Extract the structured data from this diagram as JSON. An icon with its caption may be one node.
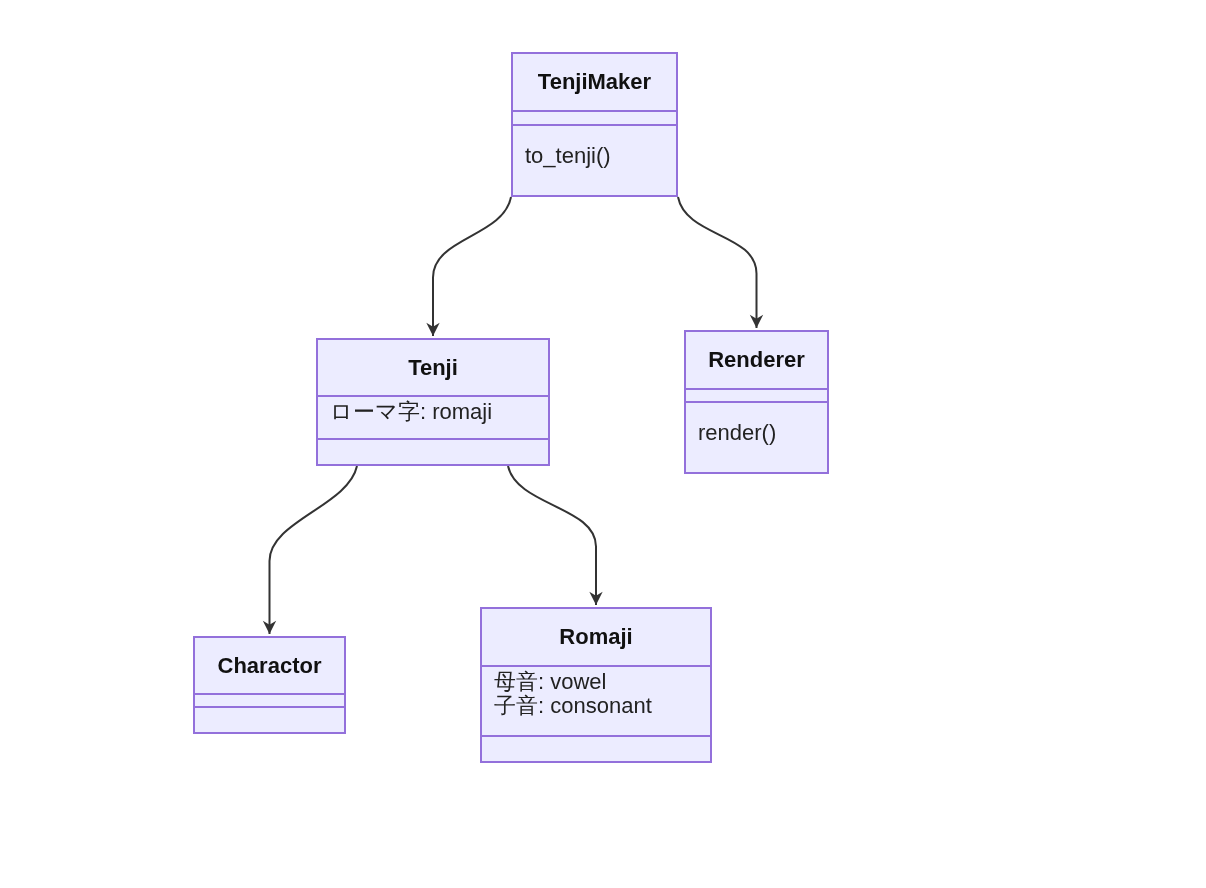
{
  "diagram": {
    "nodes": [
      {
        "text": [
          "TenjiMaker",
          "to_tenji()"
        ]
      },
      {
        "text": [
          "Tenji",
          "ローマ字: romaji"
        ]
      },
      {
        "text": [
          "Renderer",
          "render()"
        ]
      },
      {
        "text": [
          "Charactor"
        ]
      },
      {
        "text": [
          "Romaji",
          "母音: vowel",
          "子音: consonant"
        ]
      }
    ],
    "edges": [
      {
        "from": 0,
        "to": 1,
        "arrow": "to"
      },
      {
        "from": 0,
        "to": 2,
        "arrow": "to"
      },
      {
        "from": 1,
        "to": 3,
        "arrow": "to"
      },
      {
        "from": 1,
        "to": 4,
        "arrow": "to"
      }
    ]
  }
}
